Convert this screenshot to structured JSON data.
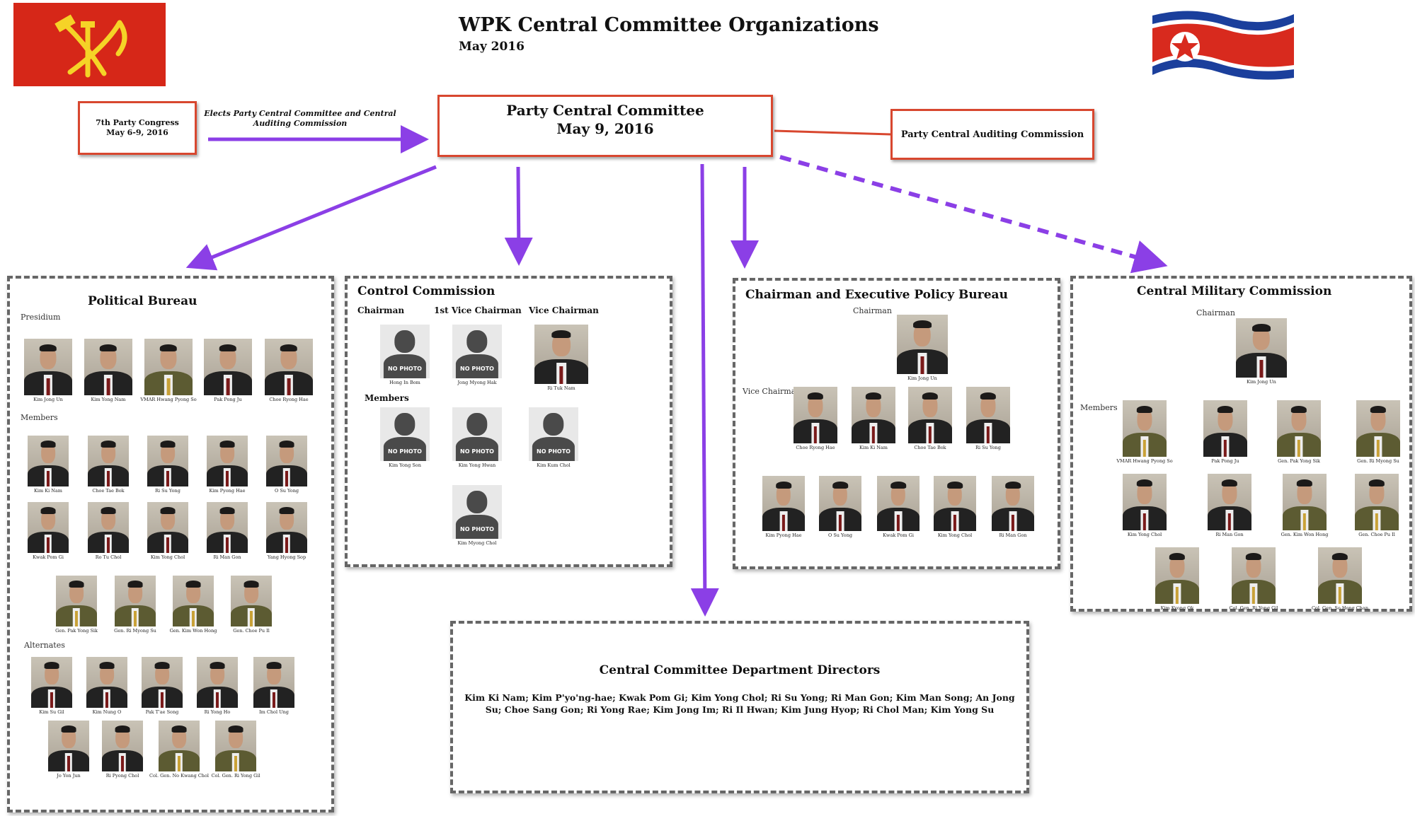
{
  "header": {
    "title": "WPK Central Committee Organizations",
    "subtitle": "May 2016"
  },
  "flags": {
    "wpk_color": "#d62718",
    "emblem_color": "#f5d327",
    "dprk_blue": "#1b3f9c",
    "dprk_red": "#d82a1e"
  },
  "top": {
    "congress_line1": "7th Party Congress",
    "congress_line2": "May 6-9, 2016",
    "elects_label": "Elects Party Central Committee and Central Auditing Commission",
    "pcc_line1": "Party Central Committee",
    "pcc_line2": "May 9, 2016",
    "audit": "Party Central Auditing Commission"
  },
  "politburo": {
    "title": "Political Bureau",
    "presidium_label": "Presidium",
    "members_label": "Members",
    "alternates_label": "Alternates",
    "presidium": [
      "Kim Jong Un",
      "Kim Yong Nam",
      "VMAR Hwang Pyong So",
      "Pak Pong Ju",
      "Choe Ryong Hae"
    ],
    "members": [
      "Kim Ki Nam",
      "Choe Tae Bok",
      "Ri Su Yong",
      "Kim Pyong Hae",
      "O Su Yong",
      "Kwak Pom Gi",
      "Ro Tu Chol",
      "Kim Yong Chol",
      "Ri Man Gon",
      "Yang Hyong Sop",
      "Gen. Pak Yong Sik",
      "Gen. Ri Myong Su",
      "Gen. Kim Won Hong",
      "Gen. Choe Pu Il"
    ],
    "alternates": [
      "Kim Su Gil",
      "Kim Nung O",
      "Pak T'ae Song",
      "Ri Yong Ho",
      "Im Chol Ung",
      "Jo Yon Jun",
      "Ri Pyong Chol",
      "Col. Gen. No Kwang Chol",
      "Col. Gen. Ri Yong Gil"
    ]
  },
  "control": {
    "title": "Control Commission",
    "chairman_label": "Chairman",
    "vice1_label": "1st Vice Chairman",
    "vice_label": "Vice Chairman",
    "members_label": "Members",
    "no_photo": "NO PHOTO",
    "chairman": "Hong In Bom",
    "vice1": "Jong Myong Hak",
    "vice": "Ri Tuk Nam",
    "members": [
      "Kim Yong Son",
      "Kim Yong Hwan",
      "Kim Kum Chol",
      "Kim Myong Chol"
    ]
  },
  "executive": {
    "title": "Chairman and Executive Policy Bureau",
    "chairman_label": "Chairman",
    "vice_label": "Vice Chairman",
    "chairman": "Kim Jong Un",
    "vice": [
      "Choe Ryong Hae",
      "Kim Ki Nam",
      "Choe Tae Bok",
      "Ri Su Yong"
    ],
    "members": [
      "Kim Pyong Hae",
      "O Su Yong",
      "Kwak Pom Gi",
      "Kim Yong Chol",
      "Ri Man Gon"
    ]
  },
  "cmc": {
    "title": "Central Military Commission",
    "chairman_label": "Chairman",
    "members_label": "Members",
    "chairman": "Kim Jong Un",
    "members": [
      "VMAR Hwang Pyong So",
      "Pak Pong Ju",
      "Gen. Pak Yong Sik",
      "Gen. Ri Myong Su",
      "Kim Yong Chol",
      "Ri Man Gon",
      "Gen. Kim Won Hong",
      "Gen. Choe Pu Il",
      "Kim Kyong Ok",
      "Col. Gen. Ri Yong Gil",
      "Col. Gen. So Hong Chan"
    ]
  },
  "departments": {
    "title": "Central Committee Department Directors",
    "text": "Kim Ki Nam; Kim P'yo'ng-hae; Kwak Pom Gi; Kim Yong Chol; Ri Su Yong; Ri Man Gon; Kim Man Song; An Jong Su; Choe Sang Gon; Ri Yong Rae; Kim Jong Im; Ri Il Hwan; Kim Jung Hyop; Ri Chol Man; Kim Yong Su"
  }
}
